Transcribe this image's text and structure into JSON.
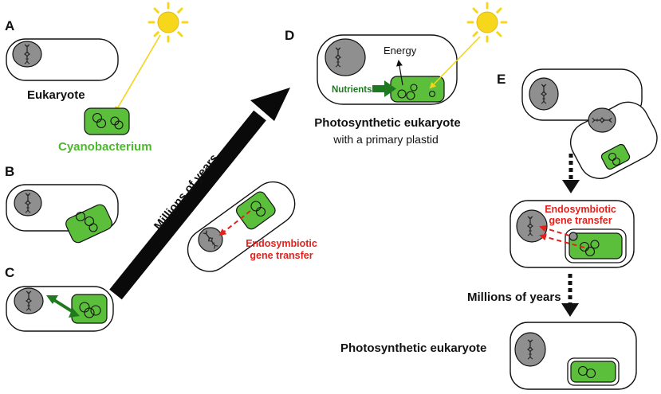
{
  "panels": {
    "a": {
      "letter": "A",
      "eukaryote_label": "Eukaryote",
      "cyano_label": "Cyanobacterium"
    },
    "b": {
      "letter": "B"
    },
    "c": {
      "letter": "C"
    },
    "d": {
      "letter": "D",
      "energy_label": "Energy",
      "nutrients_label": "Nutrients",
      "title": "Photosynthetic eukaryote",
      "subtitle": "with a primary plastid"
    },
    "e": {
      "letter": "E",
      "gene_transfer_line1": "Endosymbiotic",
      "gene_transfer_line2": "gene transfer",
      "millions_label": "Millions of years",
      "result_label": "Photosynthetic eukaryote"
    }
  },
  "center": {
    "millions_label": "Millions of years",
    "gene_transfer_line1": "Endosymbiotic",
    "gene_transfer_line2": "gene transfer"
  },
  "colors": {
    "cyano_green": "#5cbf3c",
    "label_green": "#4cb82e",
    "nutrient_green": "#1f7a1f",
    "transfer_red": "#e5201c",
    "sun_yellow": "#f7d71c",
    "ray_yellow": "#f3d41a",
    "nucleus_gray": "#8f8f8f"
  },
  "icons": [
    "sun-icon",
    "dna-icon",
    "big-arrow-icon",
    "dashed-arrow-icon"
  ]
}
